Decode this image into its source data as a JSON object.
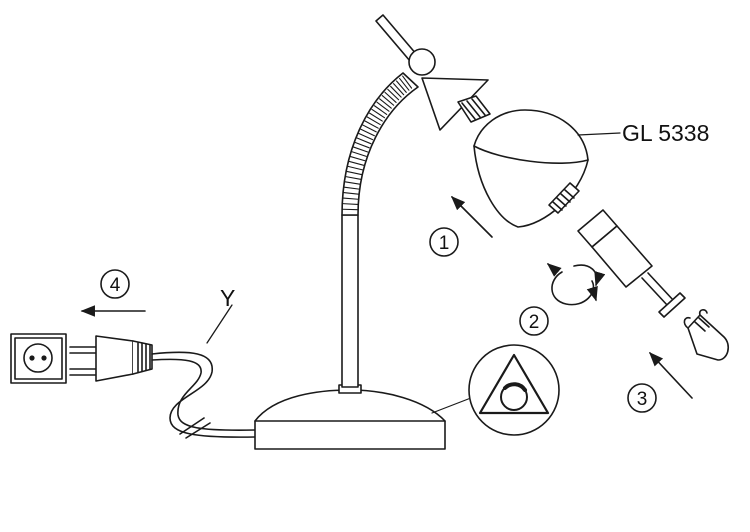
{
  "labels": {
    "part_code": "GL 5338",
    "cable_tag": "Y"
  },
  "steps": [
    {
      "number": "1"
    },
    {
      "number": "2"
    },
    {
      "number": "3"
    },
    {
      "number": "4"
    }
  ],
  "colors": {
    "line": "#1a1a1a",
    "fill": "#ffffff"
  }
}
